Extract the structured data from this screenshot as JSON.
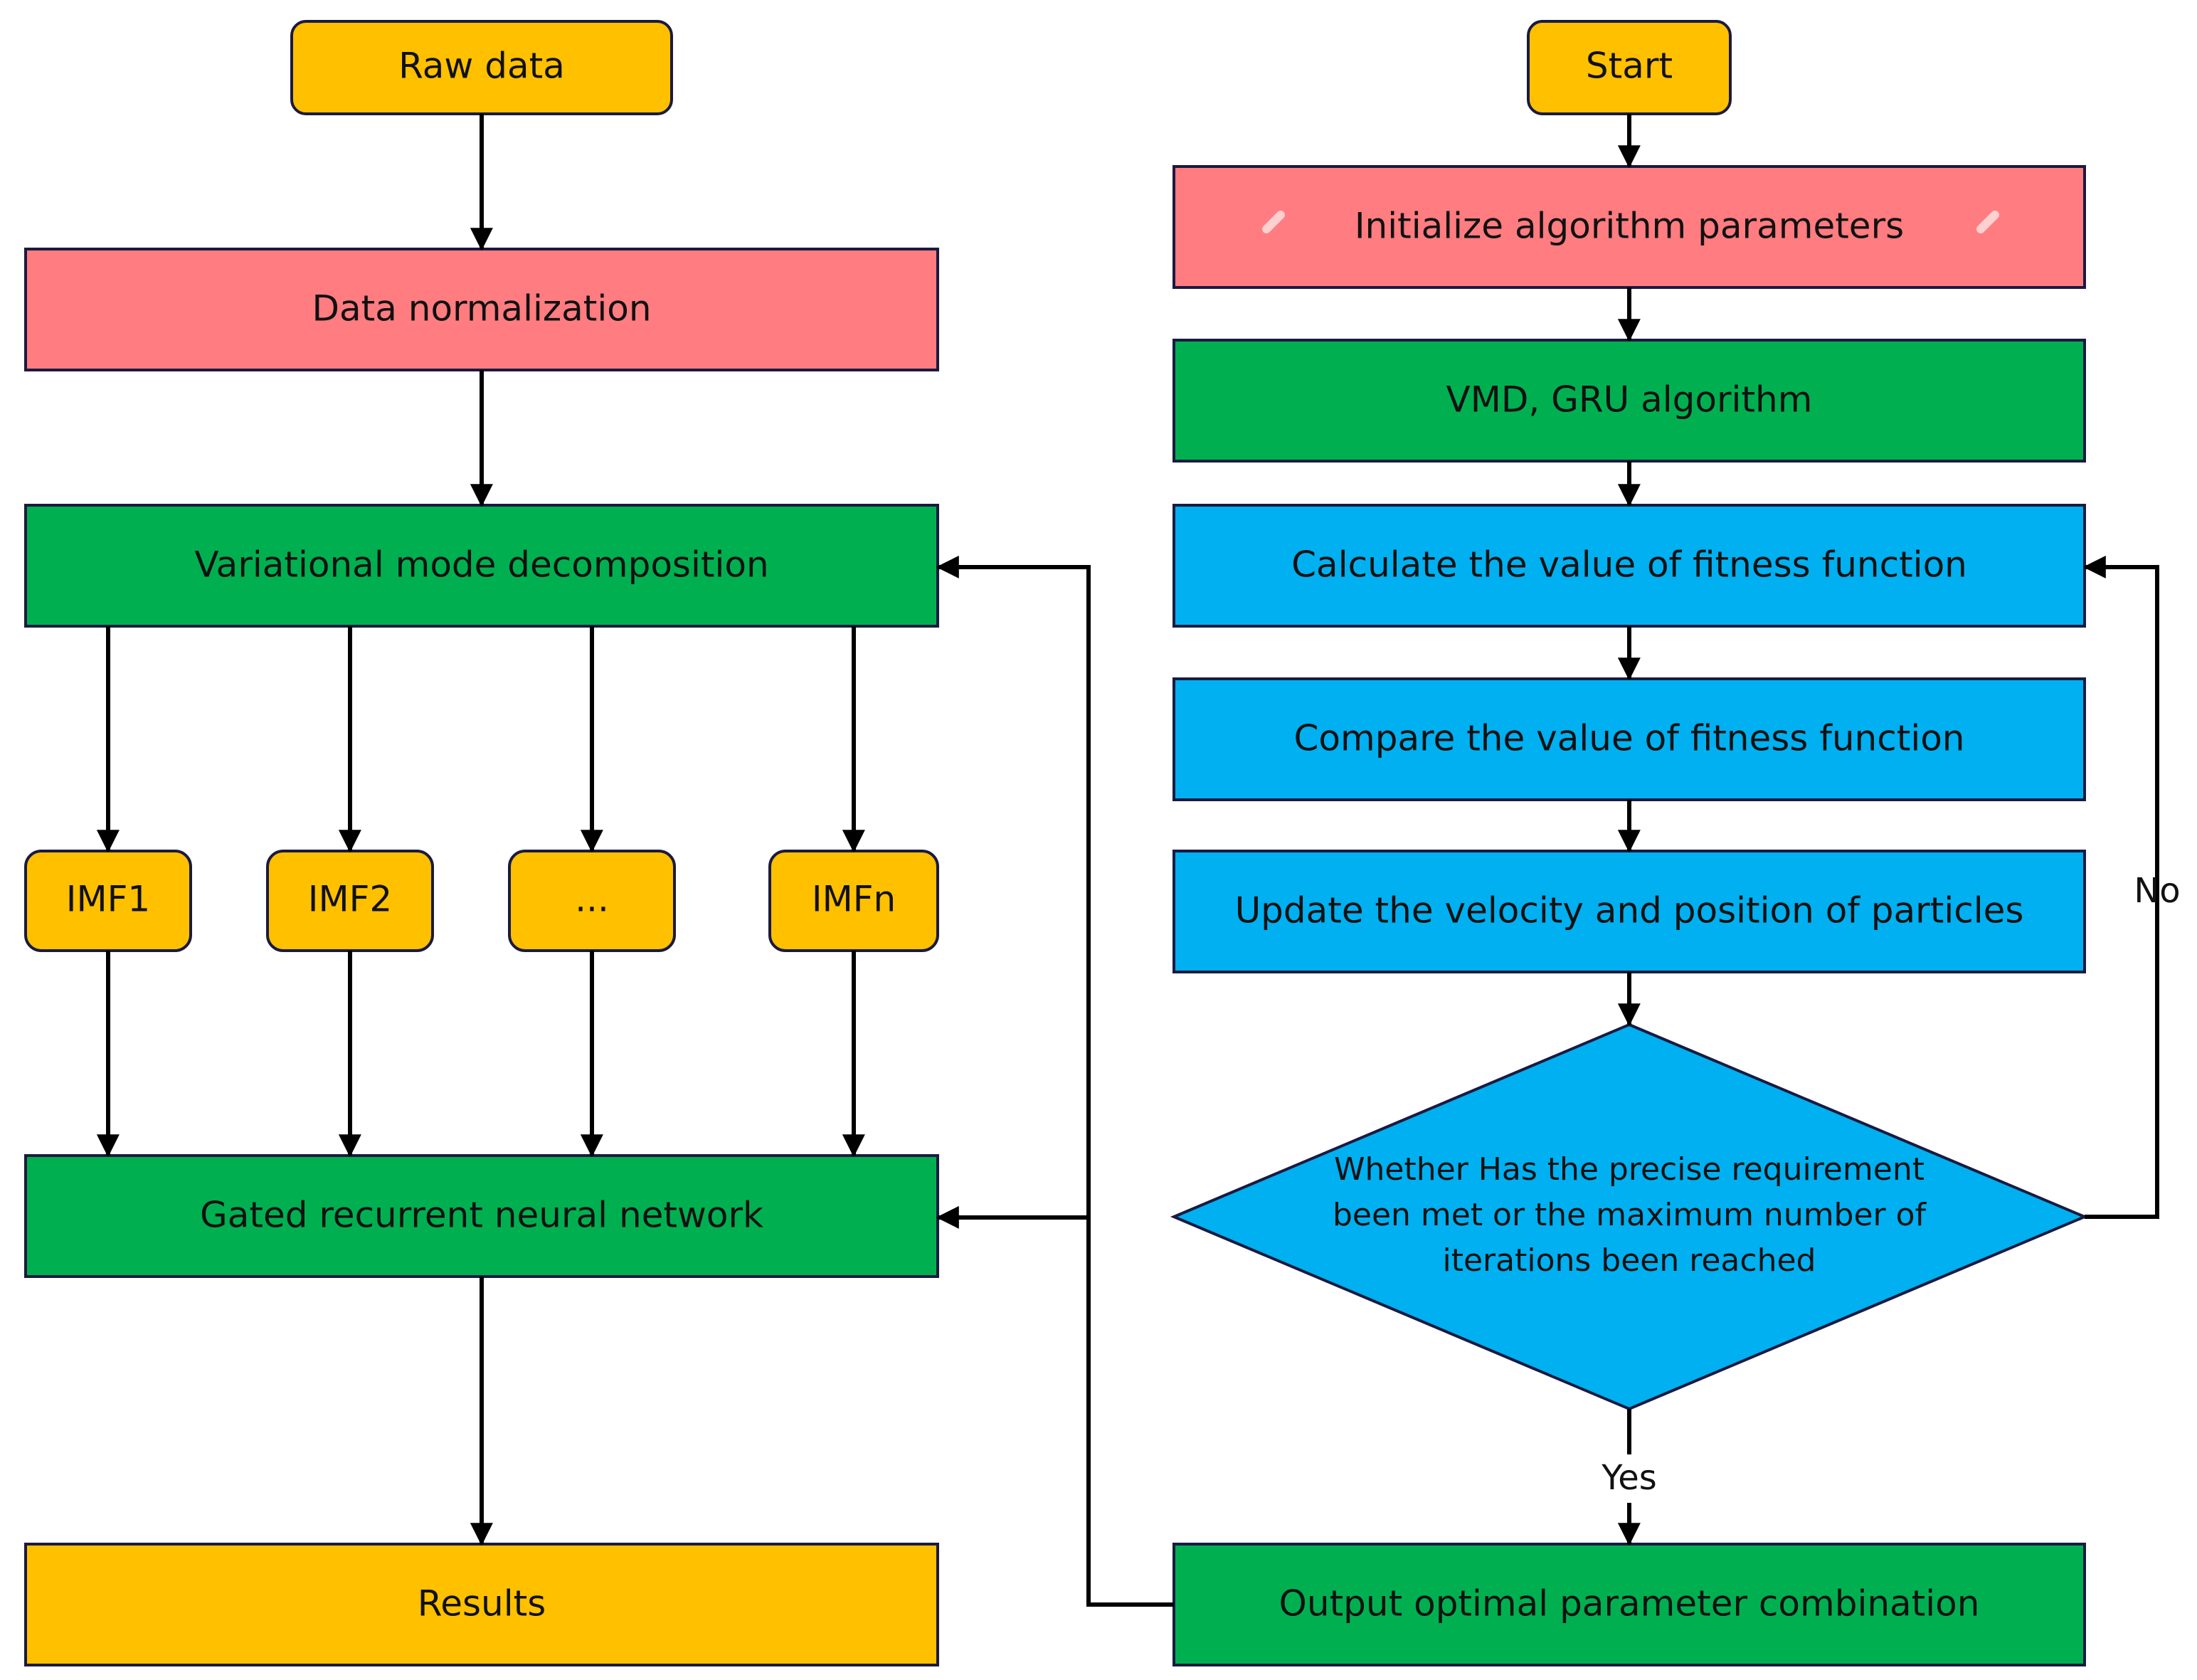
{
  "colors": {
    "yellow": "#FFC000",
    "pink": "#FF7C80",
    "green": "#00B050",
    "blue": "#00B0F0",
    "border": "#1A1A40",
    "arrow": "#000000"
  },
  "left_flow": {
    "raw_data": "Raw data",
    "data_normalization": "Data normalization",
    "vmd": "Variational mode decomposition",
    "imfs": [
      "IMF1",
      "IMF2",
      "...",
      "IMFn"
    ],
    "gru": "Gated recurrent neural network",
    "results": "Results"
  },
  "right_flow": {
    "start": "Start",
    "init": "Initialize algorithm parameters",
    "vmd_gru": "VMD, GRU algorithm",
    "calc_fitness": "Calculate the value of fitness function",
    "compare_fitness": "Compare the value of fitness function",
    "update_particles": "Update the velocity and position of particles",
    "decision_lines": [
      "Whether Has the precise requirement",
      "been met or the maximum number of",
      "iterations been reached"
    ],
    "output": "Output optimal parameter combination",
    "yes_label": "Yes",
    "no_label": "No"
  }
}
